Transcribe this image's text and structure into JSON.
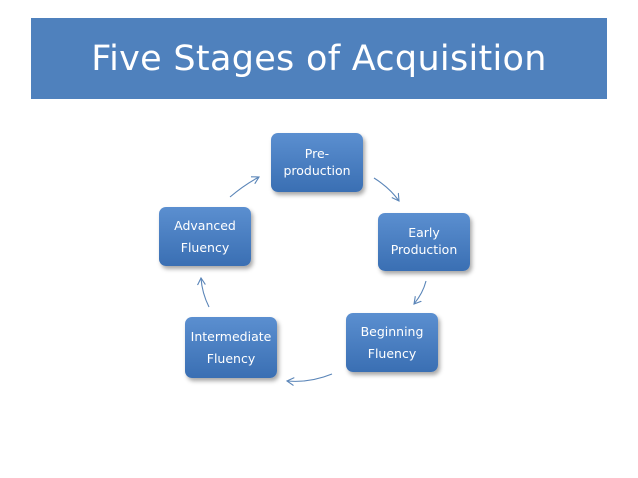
{
  "title": "Five Stages of Acquisition",
  "stages": [
    {
      "label": "Pre-\nproduction"
    },
    {
      "label": "Early\nProduction"
    },
    {
      "label": "Beginning\nFluency"
    },
    {
      "label": "Intermediate\nFluency"
    },
    {
      "label": "Advanced\nFluency"
    }
  ],
  "colors": {
    "banner": "#4f81bd",
    "box": "#4a7fc1",
    "arrow": "#5a85b8"
  }
}
